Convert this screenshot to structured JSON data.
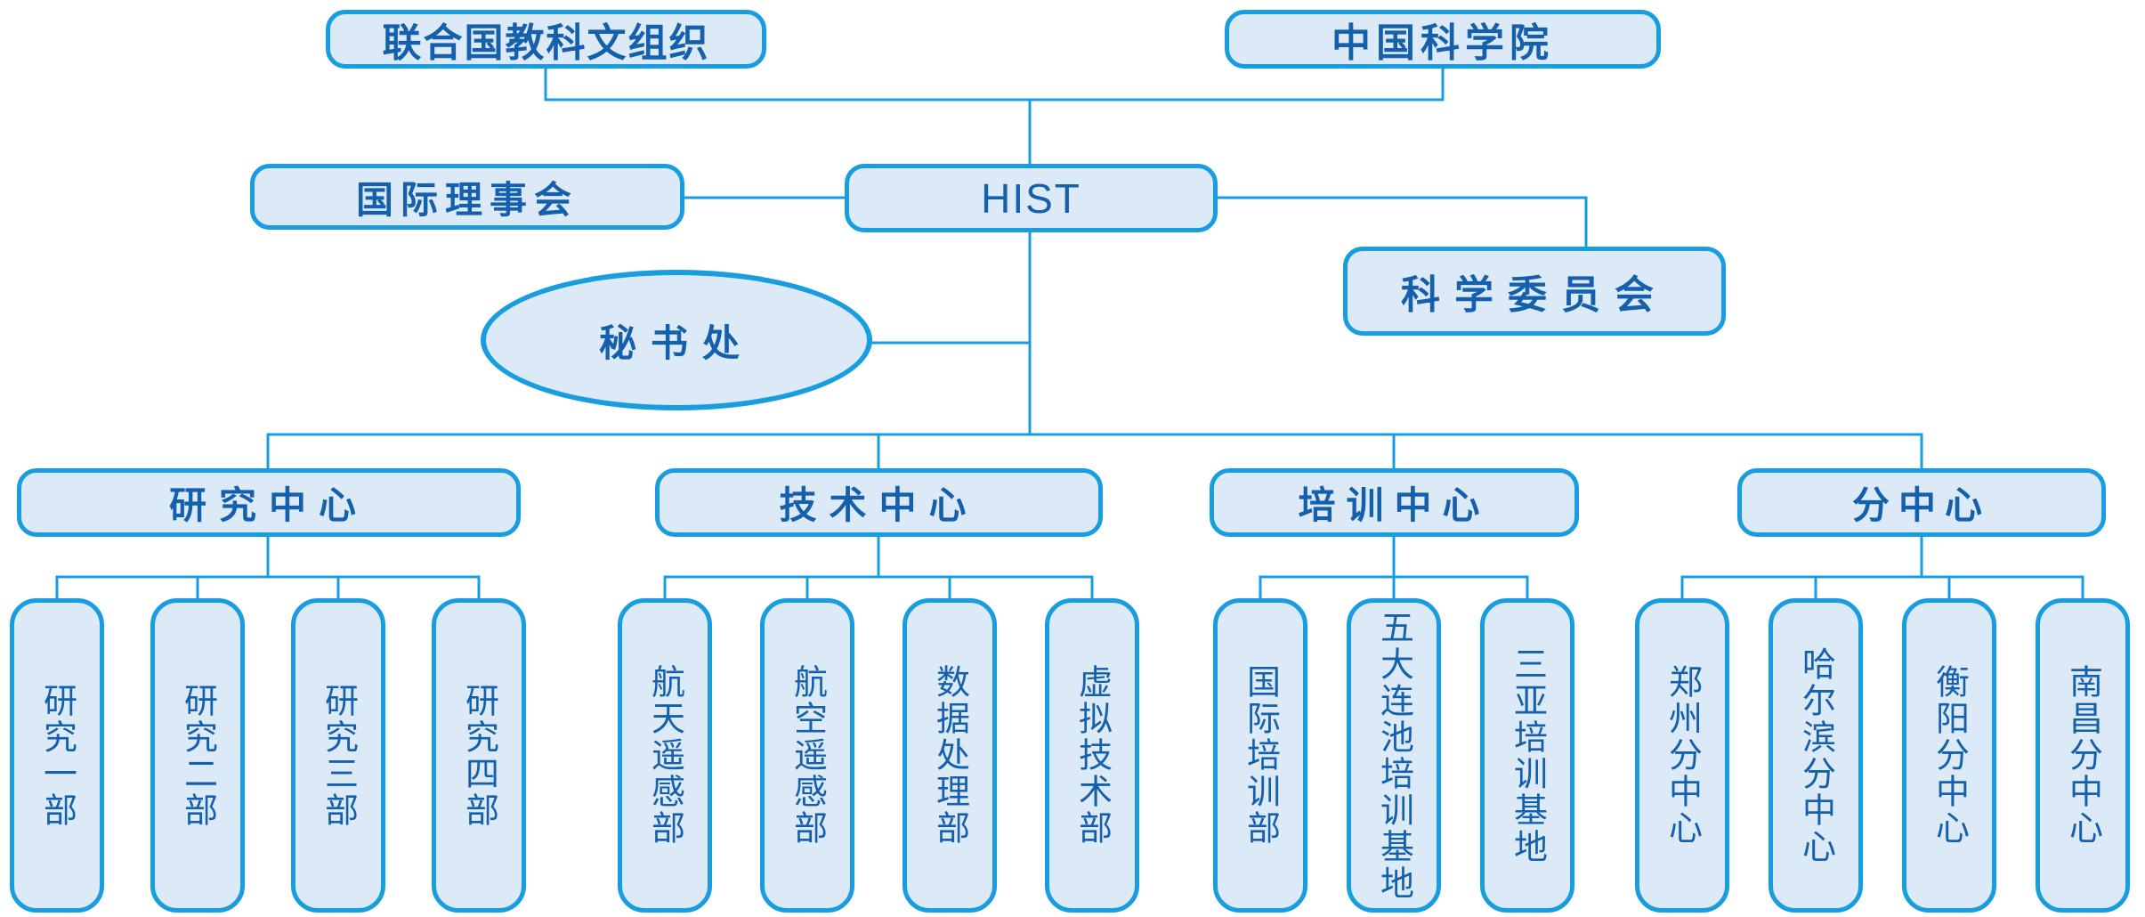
{
  "diagram": {
    "type": "org-chart",
    "colors": {
      "line_and_border": "#189de1",
      "node_fill": "#dceaf7",
      "node_text": "#1560ac",
      "background": "#ffffff"
    },
    "nodes": {
      "unesco": {
        "label": "联合国教科文组织"
      },
      "cas": {
        "label": "中国科学院"
      },
      "board": {
        "label": "国际理事会"
      },
      "hist": {
        "label": "HIST"
      },
      "science_committee": {
        "label": "科学委员会"
      },
      "secretariat": {
        "label": "秘书处"
      },
      "centers": [
        {
          "label": "研究中心",
          "children": [
            "研究一部",
            "研究二部",
            "研究三部",
            "研究四部"
          ]
        },
        {
          "label": "技术中心",
          "children": [
            "航天遥感部",
            "航空遥感部",
            "数据处理部",
            "虚拟技术部"
          ]
        },
        {
          "label": "培训中心",
          "children": [
            "国际培训部",
            "五大连池培训基地",
            "三亚培训基地"
          ]
        },
        {
          "label": "分中心",
          "children": [
            "郑州分中心",
            "哈尔滨分中心",
            "衡阳分中心",
            "南昌分中心"
          ]
        }
      ]
    }
  }
}
